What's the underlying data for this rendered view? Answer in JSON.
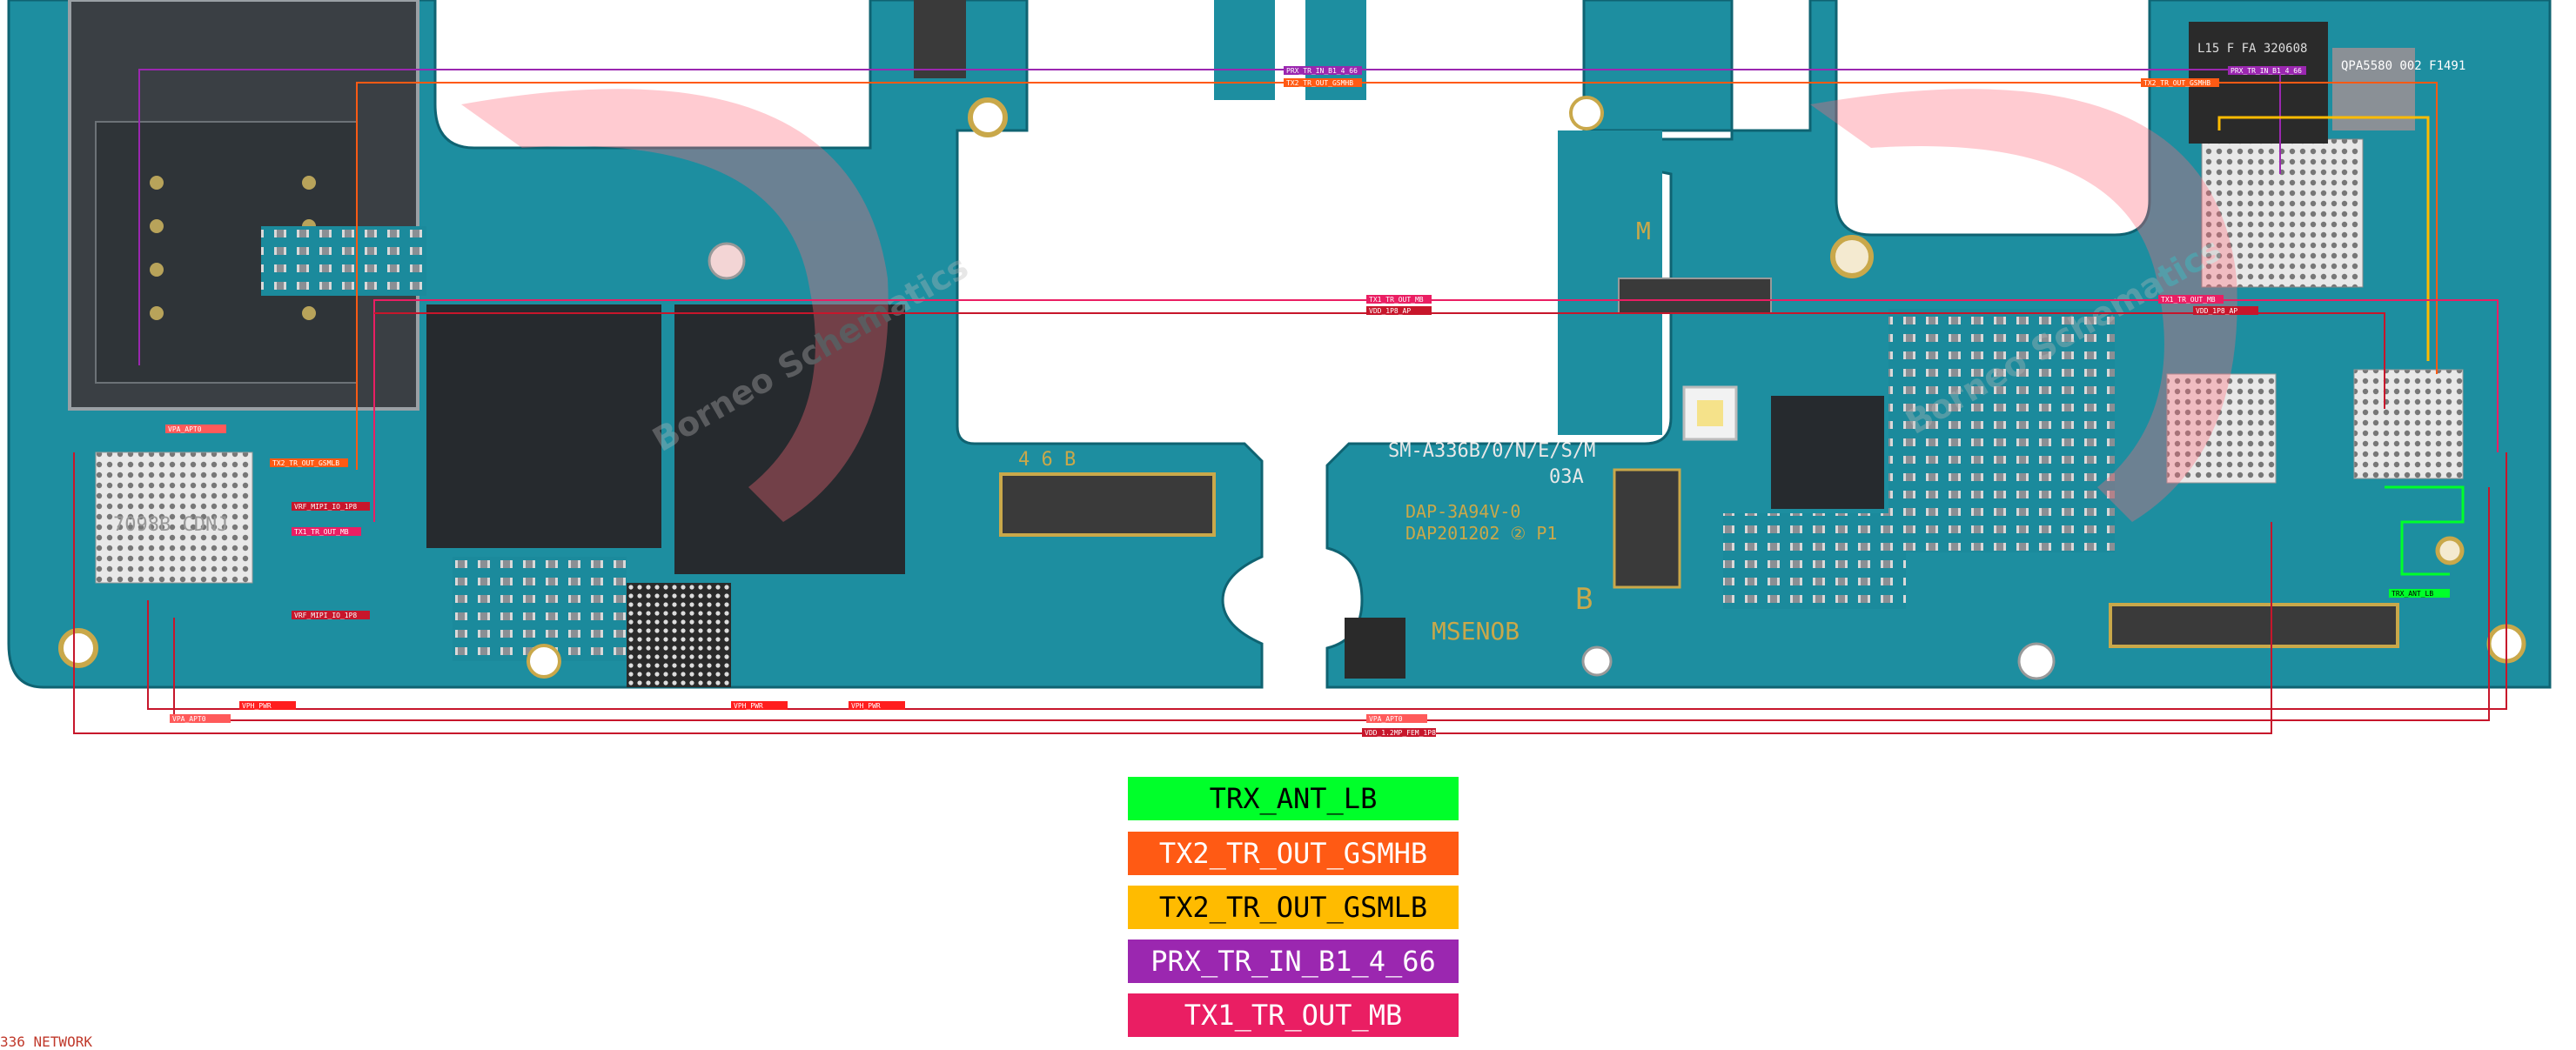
{
  "legend": [
    {
      "label": "TRX_ANT_LB",
      "color": "#00ff2a"
    },
    {
      "label": "TX2_TR_OUT_GSMHB",
      "color": "#ff5a14"
    },
    {
      "label": "TX2_TR_OUT_GSMLB",
      "color": "#ffbb00"
    },
    {
      "label": "PRX_TR_IN_B1_4_66",
      "color": "#9b27b0"
    },
    {
      "label": "TX1_TR_OUT_MB",
      "color": "#ea1e63"
    }
  ],
  "footer": {
    "label": "336 NETWORK"
  },
  "board": {
    "left_labels": {
      "model": "SM-A336B/0/N/E/S/M",
      "rev": "03A",
      "dap": "DAP-3A94V-0",
      "dap_date": "DAP201202 ② P1",
      "side": "B",
      "msen": "MSENOB",
      "pcb_id": "4 6 B",
      "chip_main": "7098B CDNJ",
      "chip_right": "QPA5580 002 F1491",
      "chip_top": "L15 F FA 320608",
      "m_mark": "M"
    },
    "net_tags": {
      "prx_top": "PRX_TR_IN_B1_4_66",
      "tx2_top": "TX2_TR_OUT_GSMHB",
      "tx2_right": "TX2_TR_OUT_GSMHB",
      "prx_right": "PRX_TR_IN_B1_4_66",
      "tx1_mid": "TX1_TR_OUT_MB",
      "vdd_mid": "VDD_1P8_AP",
      "tx1_right": "TX1_TR_OUT_MB",
      "vdd_right": "VDD_1P8_AP",
      "vpa_apt": "VPA_APT0",
      "tx2_left": "TX2_TR_OUT_GSMLB",
      "vrf1": "VRF_MIPI_IO_1P8",
      "tx1_left": "TX1_TR_OUT_MB",
      "vrf2": "VRF_MIPI_IO_1P8",
      "vph1": "VPH_PWR",
      "vph2": "VPH_PWR",
      "vph3": "VPH_PWR",
      "vpa_apt_bot": "VPA_APT0",
      "vpa_apt_mid": "VPA_APT0",
      "vdd_low": "VDD_1.2MP_FEM_1P8",
      "trx_ant": "TRX_ANT_LB"
    },
    "watermark": "Borneo Schematics"
  }
}
